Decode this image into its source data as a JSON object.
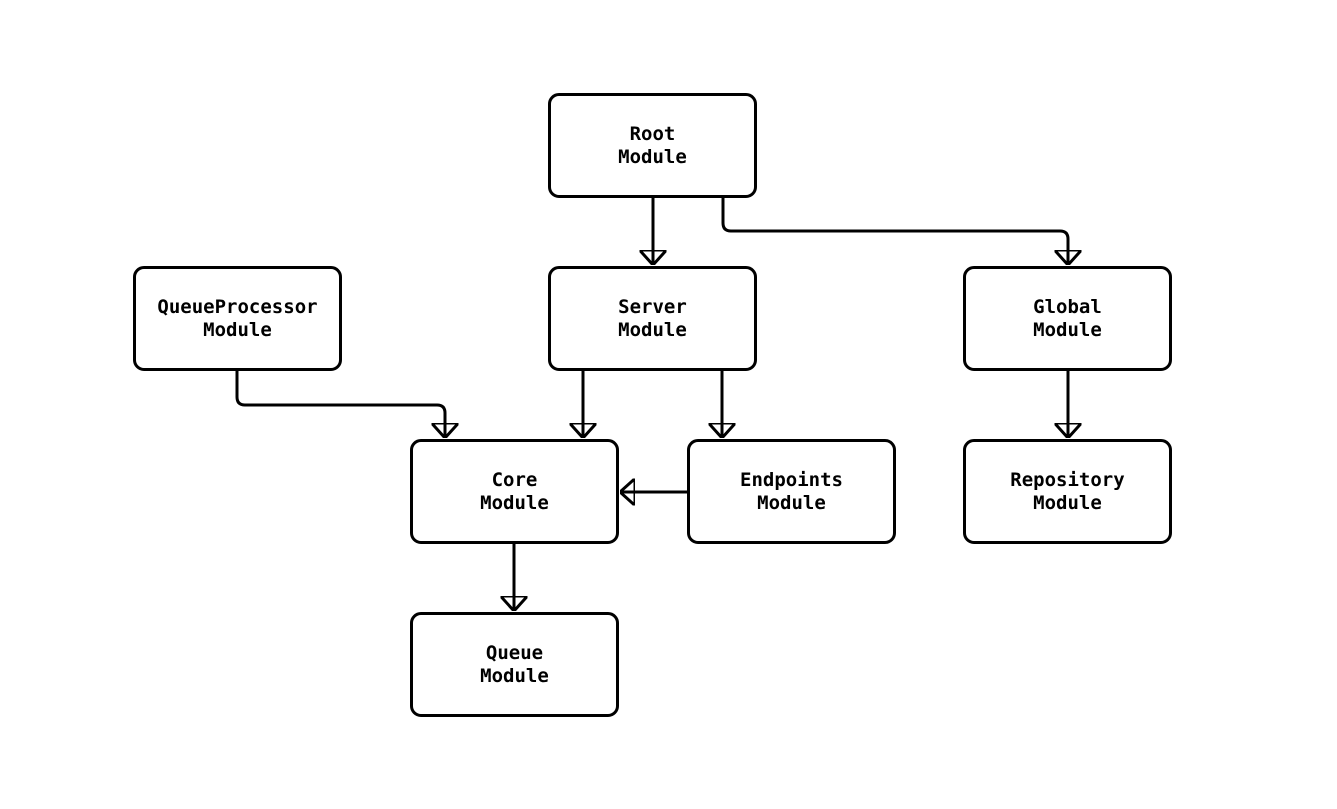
{
  "diagram": {
    "type": "flowchart",
    "background_color": "#ffffff",
    "node_fill_color": "#ffffff",
    "node_border_color": "#000000",
    "edge_color": "#000000",
    "text_color": "#000000",
    "nodes": [
      {
        "id": "root",
        "label": "Root\nModule"
      },
      {
        "id": "queue_processor",
        "label": "QueueProcessor\nModule"
      },
      {
        "id": "server",
        "label": "Server\nModule"
      },
      {
        "id": "global",
        "label": "Global\nModule"
      },
      {
        "id": "core",
        "label": "Core\nModule"
      },
      {
        "id": "endpoints",
        "label": "Endpoints\nModule"
      },
      {
        "id": "repository",
        "label": "Repository\nModule"
      },
      {
        "id": "queue",
        "label": "Queue\nModule"
      }
    ],
    "edges": [
      {
        "from": "root",
        "to": "server"
      },
      {
        "from": "root",
        "to": "global"
      },
      {
        "from": "queue_processor",
        "to": "core"
      },
      {
        "from": "server",
        "to": "core"
      },
      {
        "from": "server",
        "to": "endpoints"
      },
      {
        "from": "endpoints",
        "to": "core"
      },
      {
        "from": "core",
        "to": "queue"
      },
      {
        "from": "global",
        "to": "repository"
      }
    ]
  }
}
